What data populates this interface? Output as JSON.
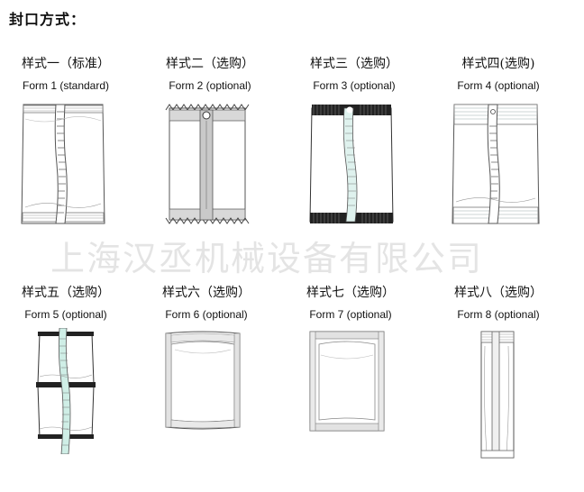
{
  "page": {
    "title": "封口方式：",
    "watermark": "上海汉丞机械设备有限公司"
  },
  "forms": [
    {
      "cn": "样式一（标准）",
      "en": "Form 1 (standard)",
      "icon": "pouch-center-seal-icon"
    },
    {
      "cn": "样式二（选购）",
      "en": "Form 2 (optional)",
      "icon": "pouch-zigzag-hole-icon"
    },
    {
      "cn": "样式三（选购）",
      "en": "Form 3 (optional)",
      "icon": "pouch-dark-seal-icon"
    },
    {
      "cn": "样式四(选购)",
      "en": "Form 4 (optional)",
      "icon": "pouch-wide-band-icon"
    },
    {
      "cn": "样式五（选购）",
      "en": "Form 5 (optional)",
      "icon": "pouch-continuous-icon"
    },
    {
      "cn": "样式六（选购）",
      "en": "Form 6 (optional)",
      "icon": "pouch-four-side-icon"
    },
    {
      "cn": "样式七（选购）",
      "en": "Form 7 (optional)",
      "icon": "pouch-three-side-icon"
    },
    {
      "cn": "样式八（选购）",
      "en": "Form 8 (optional)",
      "icon": "pouch-stick-icon"
    }
  ]
}
